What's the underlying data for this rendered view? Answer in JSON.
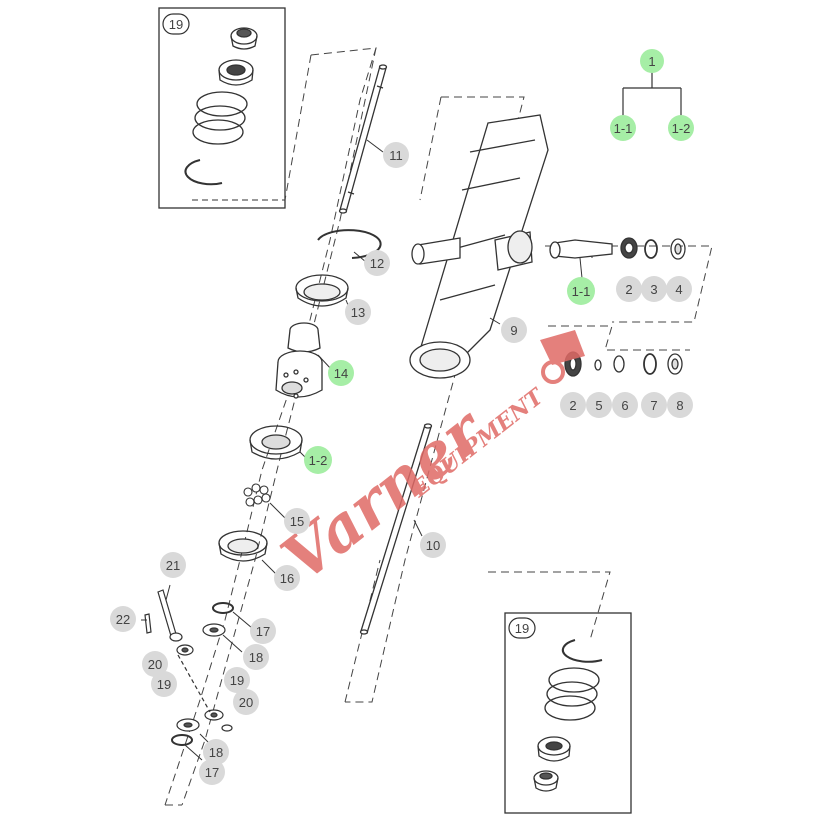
{
  "watermark": {
    "script": "Varner",
    "block": "EQUIPMENT",
    "color": "#e06a66"
  },
  "colors": {
    "callout_gray": "#d9d9d9",
    "callout_green": "#a6eea6",
    "line": "#333333"
  },
  "tree": {
    "root": "1",
    "children": [
      "1-1",
      "1-2"
    ]
  },
  "callouts": {
    "c1_1_shaft": "1-1",
    "c2a": "2",
    "c3": "3",
    "c4": "4",
    "c9": "9",
    "c2b": "2",
    "c5": "5",
    "c6": "6",
    "c7": "7",
    "c8": "8",
    "c10": "10",
    "c11": "11",
    "c12": "12",
    "c13": "13",
    "c14": "14",
    "c1_2": "1-2",
    "c15": "15",
    "c16": "16",
    "c17a": "17",
    "c18a": "18",
    "c21": "21",
    "c22": "22",
    "c20a": "20",
    "c19a": "19",
    "c19b": "19",
    "c20b": "20",
    "c18b": "18",
    "c17b": "17"
  },
  "insets": {
    "top_left": "19",
    "bottom_right": "19"
  }
}
